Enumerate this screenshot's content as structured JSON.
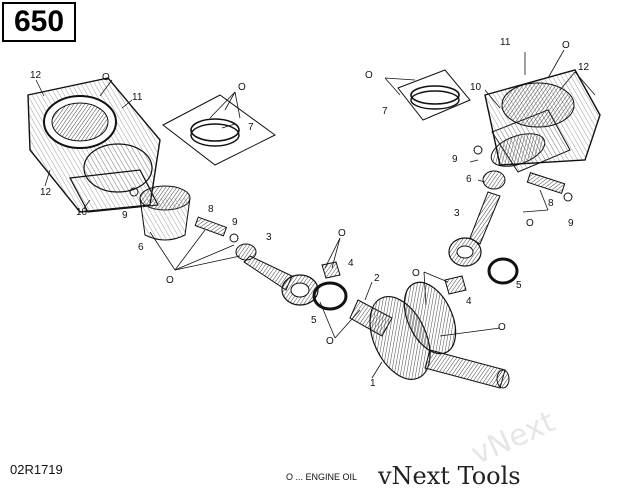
{
  "model": "650",
  "diagram_code": "02R1719",
  "legend_text": "O ... ENGINE OIL",
  "watermark": "vNext Tools",
  "watermark_big": "vNext",
  "callouts": {
    "c1": "1",
    "c2": "2",
    "c3a": "3",
    "c3b": "3",
    "c4a": "4",
    "c4b": "4",
    "c5a": "5",
    "c5b": "5",
    "c6a": "6",
    "c6b": "6",
    "c7a": "7",
    "c7b": "7",
    "c8a": "8",
    "c8b": "8",
    "c9a": "9",
    "c9b": "9",
    "c9c": "9",
    "c9d": "9",
    "c10a": "10",
    "c10b": "10",
    "c11a": "11",
    "c11b": "11",
    "c12a": "12",
    "c12b": "12",
    "c12c": "12"
  },
  "oil_mark": "O",
  "colors": {
    "ink": "#111111",
    "hatch": "#777777",
    "paper": "#ffffff"
  }
}
